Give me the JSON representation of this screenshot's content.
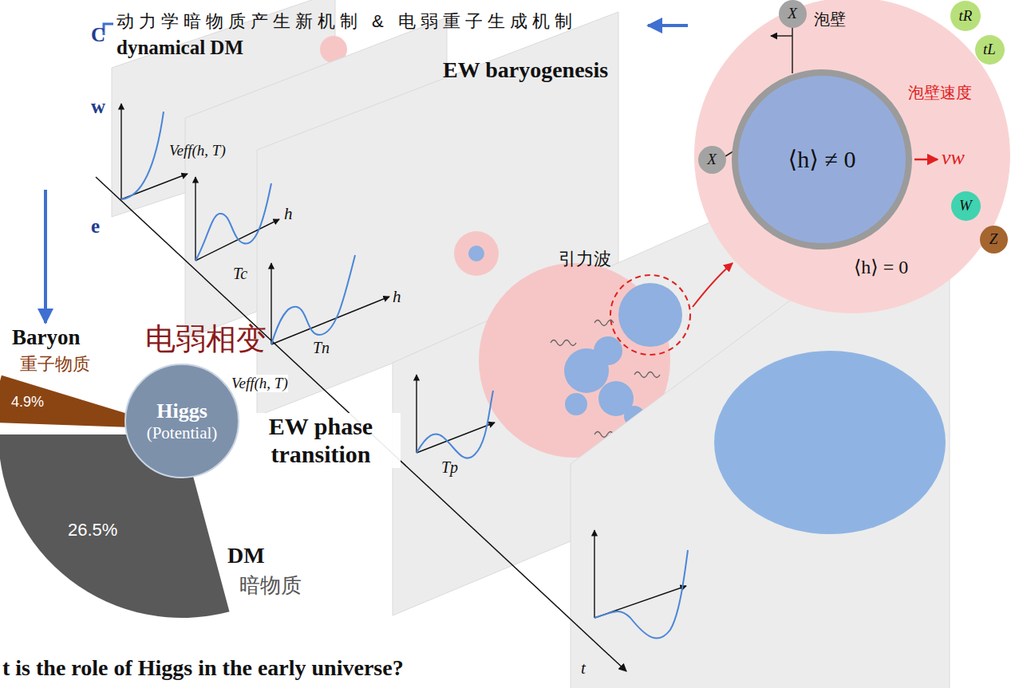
{
  "diagram": {
    "nodes": [
      {
        "text": [
          "泡壁",
          "泡壁速度",
          "vw",
          "⟨h⟩ = 0"
        ]
      },
      {
        "text": [
          "⟨h⟩ ≠ 0"
        ],
        "in": 0
      },
      {
        "text": [
          "X"
        ],
        "in": 0
      },
      {
        "text": [
          "tR"
        ],
        "in": 0
      },
      {
        "text": [
          "tL"
        ],
        "in": 0
      },
      {
        "text": [
          "X"
        ],
        "in": 0
      },
      {
        "text": [
          "W"
        ],
        "in": 0
      },
      {
        "text": [
          "Z"
        ],
        "in": 0
      },
      {
        "text": [
          "Higgs",
          "(Potential)"
        ]
      },
      {
        "text": [
          "4.9%"
        ]
      },
      {
        "text": [
          "26.5%"
        ]
      }
    ],
    "labels": [
      "C",
      "dynamical DM",
      "w",
      "e",
      "动力学暗物质产生新机制 & 电弱重子生成机制",
      "EW baryogenesis",
      "Veff(h, T)",
      "h",
      "Tc",
      "h",
      "Tn",
      "引力波",
      "Baryon",
      "重子物质",
      "电弱相变",
      "Veff(h, T)",
      "EW phase transition",
      "Tp",
      "DM",
      "暗物质",
      "t",
      "t is the role of Higgs in the early universe?"
    ]
  }
}
